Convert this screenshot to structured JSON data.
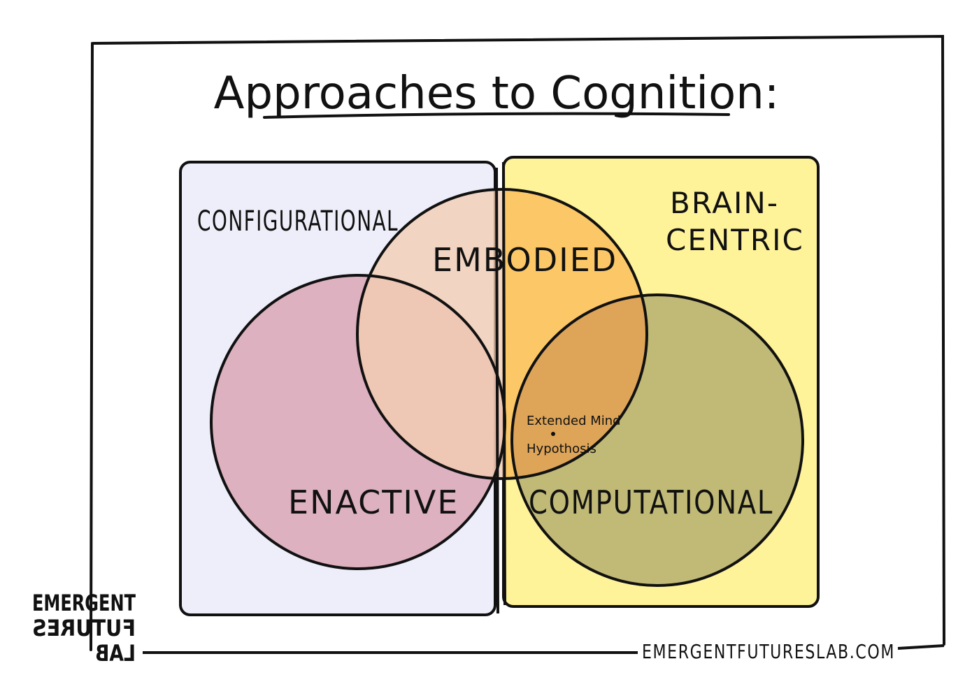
{
  "title": "Approaches to Cognition:",
  "regions": {
    "configurational": {
      "label": "CONFIGURATIONAL",
      "fill": "#eeeefa"
    },
    "brain_centric": {
      "label_line1": "BRAIN-",
      "label_line2": "CENTRIC",
      "fill": "#fff39a"
    }
  },
  "circles": {
    "embodied": {
      "label": "EMBODIED",
      "fill": "#f2cdb2"
    },
    "enactive": {
      "label": "ENACTIVE",
      "fill": "#d79aa8"
    },
    "computational": {
      "label": "COMPUTATIONAL",
      "fill": "#a9a46a"
    }
  },
  "annotation": {
    "line1": "Extended Mind",
    "line2": "Hypothosis"
  },
  "logo": {
    "line1": "EMERGENT",
    "line2": "FUTURES",
    "line3": "LAB"
  },
  "footer_url": "EMERGENTFUTURESLAB.COM",
  "colors": {
    "ink": "#111111",
    "embodied_brain_overlap": "#fdc55a",
    "core_overlap": "#dca259"
  }
}
